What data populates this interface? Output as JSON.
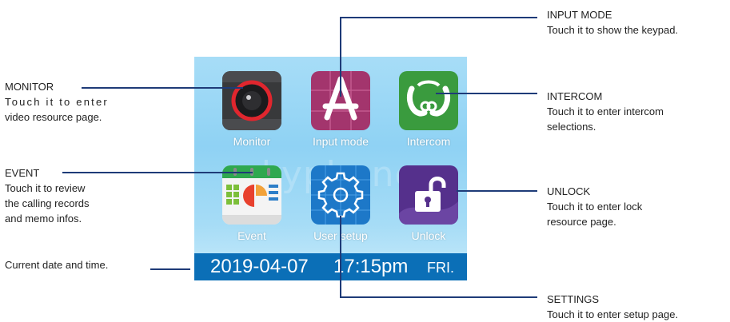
{
  "callouts": {
    "monitor": {
      "title": "MONITOR",
      "desc1": "Touch it to enter",
      "desc2": "video resource page."
    },
    "event": {
      "title": "EVENT",
      "desc1": "Touch it to review",
      "desc2": "the calling records",
      "desc3": "and memo infos."
    },
    "datetime": {
      "desc": "Current date and time."
    },
    "input_mode": {
      "title": "INPUT MODE",
      "desc": "Touch it to show the keypad."
    },
    "intercom": {
      "title": "INTERCOM",
      "desc1": "Touch it to enter intercom",
      "desc2": "selections."
    },
    "unlock": {
      "title": "UNLOCK",
      "desc1": "Touch it to enter lock",
      "desc2": "resource page."
    },
    "settings": {
      "title": "SETTINGS",
      "desc": "Touch it to enter setup page."
    }
  },
  "screen": {
    "watermark": "skyphone",
    "apps": [
      {
        "label": "Monitor",
        "icon": "camera-icon",
        "color": "#3a3a3c"
      },
      {
        "label": "Input mode",
        "icon": "app-store-icon",
        "color": "#a3356d"
      },
      {
        "label": "Intercom",
        "icon": "phone-icon",
        "color": "#3c9c3c"
      },
      {
        "label": "Event",
        "icon": "calendar-icon",
        "color": "#f1f1f1"
      },
      {
        "label": "User setup",
        "icon": "gear-icon",
        "color": "#1d78c8"
      },
      {
        "label": "Unlock",
        "icon": "padlock-icon",
        "color": "#5a2f8f"
      }
    ],
    "status": {
      "date": "2019-04-07",
      "time": "17:15pm",
      "day": "FRI."
    }
  },
  "colors": {
    "leader_line": "#1e3b78",
    "status_bar": "#0b6fb7"
  }
}
